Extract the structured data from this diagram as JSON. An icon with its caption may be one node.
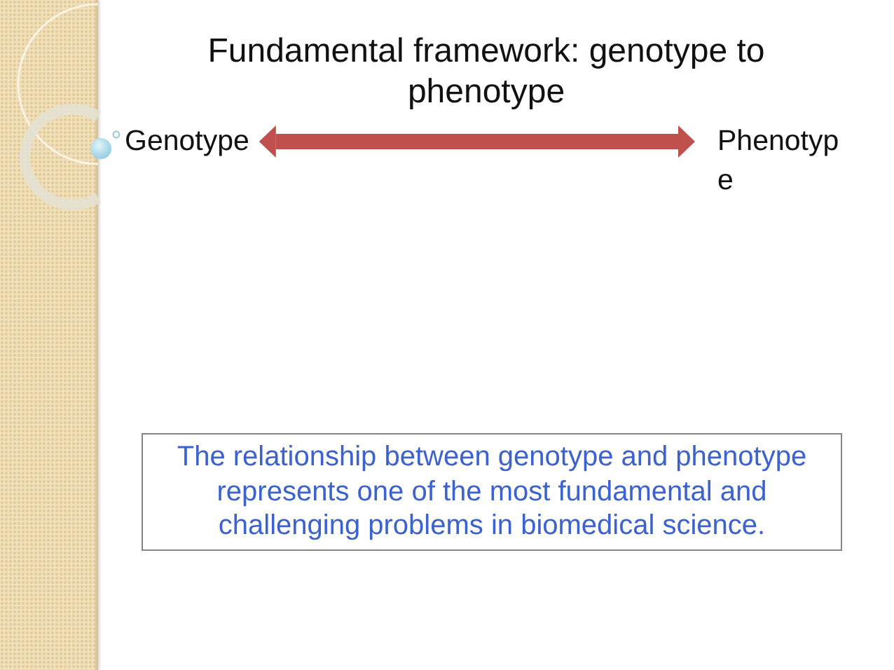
{
  "diagram": {
    "title": "Fundamental framework: genotype to phenotype",
    "nodes": [
      {
        "text": [
          "Genotype"
        ]
      },
      {
        "text": [
          "Phenotype"
        ]
      },
      {
        "text": [
          "The relationship between genotype and phenotype represents one of the most fundamental and challenging problems in biomedical science."
        ]
      }
    ],
    "edges": [
      {
        "from": 0,
        "to": 1,
        "arrow": "both",
        "color": "#c0504d"
      }
    ]
  }
}
